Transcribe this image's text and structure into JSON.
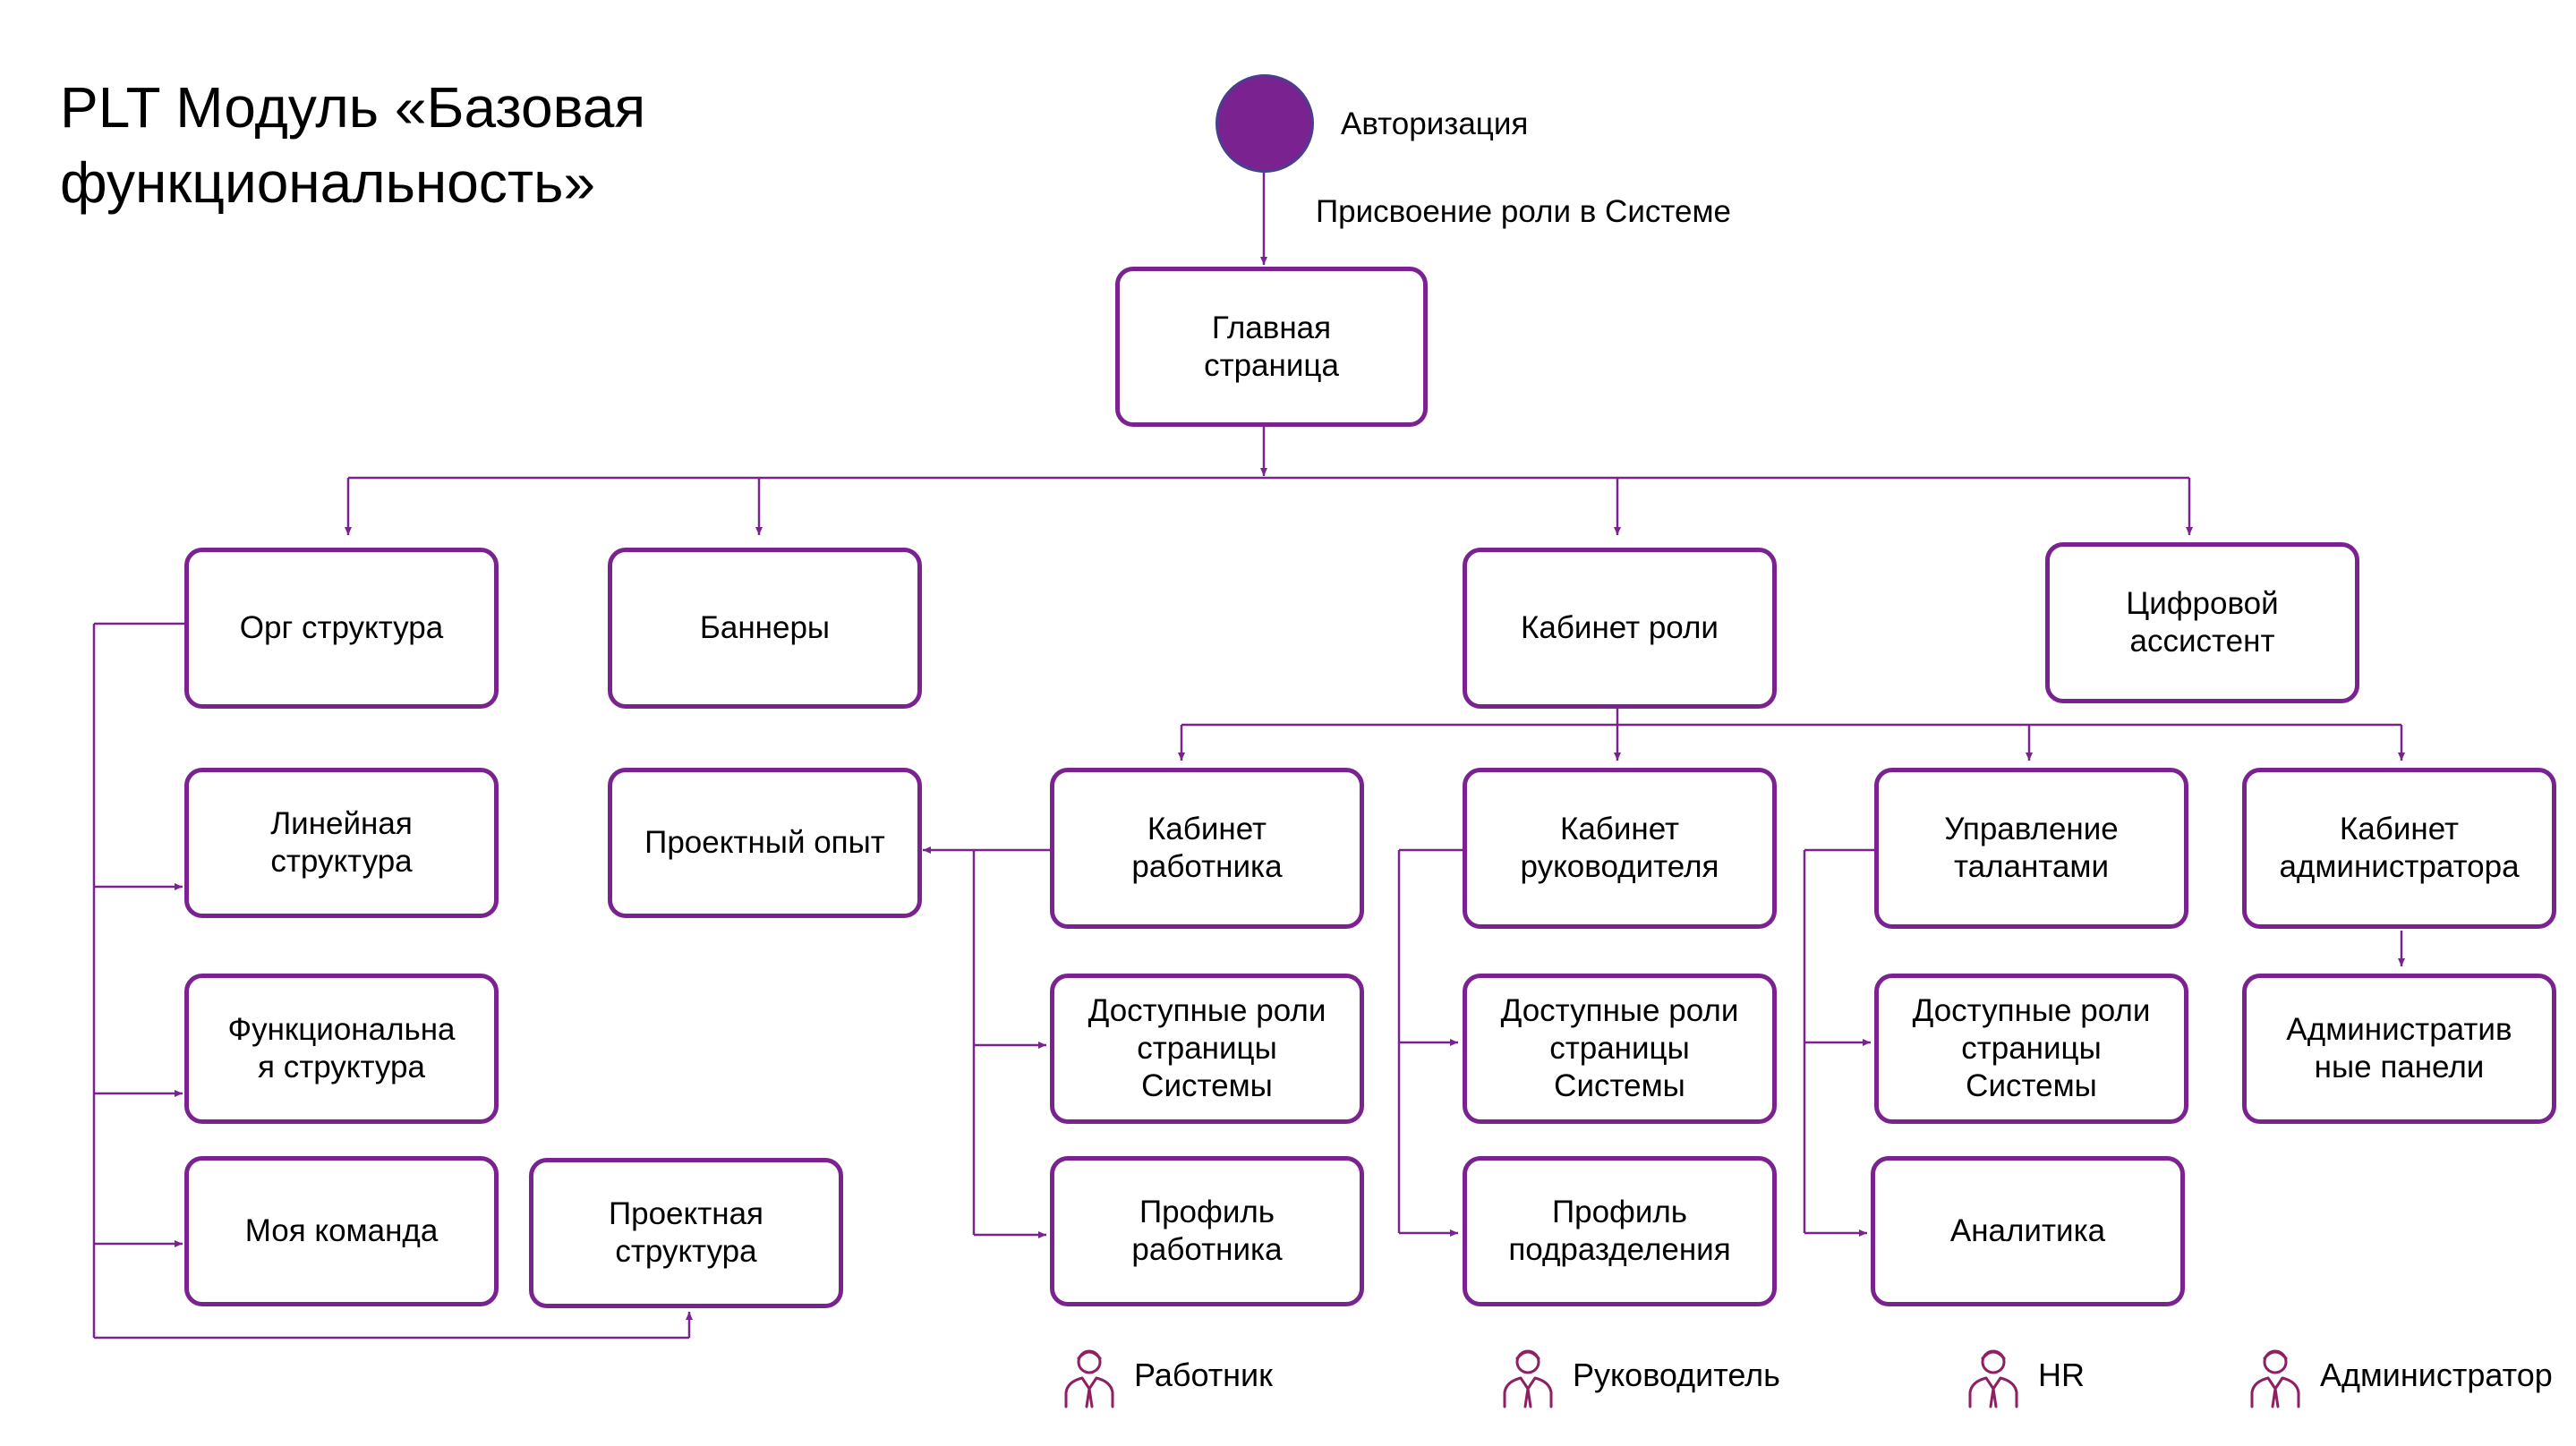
{
  "title": "PLT Модуль «Базовая\nфункциональность»",
  "start": {
    "label": "Авторизация"
  },
  "edge_label": "Присвоение роли в Системе",
  "nodes": {
    "home": "Главная\nстраница",
    "org_structure": "Орг структура",
    "banners": "Баннеры",
    "role_cabinet": "Кабинет роли",
    "digital_assistant": "Цифровой\nассистент",
    "linear_structure": "Линейная\nструктура",
    "functional_structure": "Функциональна\nя структура",
    "my_team": "Моя команда",
    "project_structure": "Проектная\nструктура",
    "project_experience": "Проектный опыт",
    "employee_cabinet": "Кабинет\nработника",
    "manager_cabinet": "Кабинет\nруководителя",
    "talent_management": "Управление\nталантами",
    "admin_cabinet": "Кабинет\nадминистратора",
    "employee_roles": "Доступные роли\nстраницы\nСистемы",
    "manager_roles": "Доступные роли\nстраницы\nСистемы",
    "talent_roles": "Доступные роли\nстраницы\nСистемы",
    "admin_panels": "Административ\nные панели",
    "employee_profile": "Профиль\nработника",
    "department_profile": "Профиль\nподразделения",
    "analytics": "Аналитика"
  },
  "legend": [
    {
      "label": "Работник",
      "icon": "person-icon"
    },
    {
      "label": "Руководитель",
      "icon": "person-icon"
    },
    {
      "label": "HR",
      "icon": "person-icon"
    },
    {
      "label": "Администратор",
      "icon": "person-icon"
    }
  ],
  "colors": {
    "accent": "#7b2291",
    "circle_border": "#4a3f8f"
  }
}
